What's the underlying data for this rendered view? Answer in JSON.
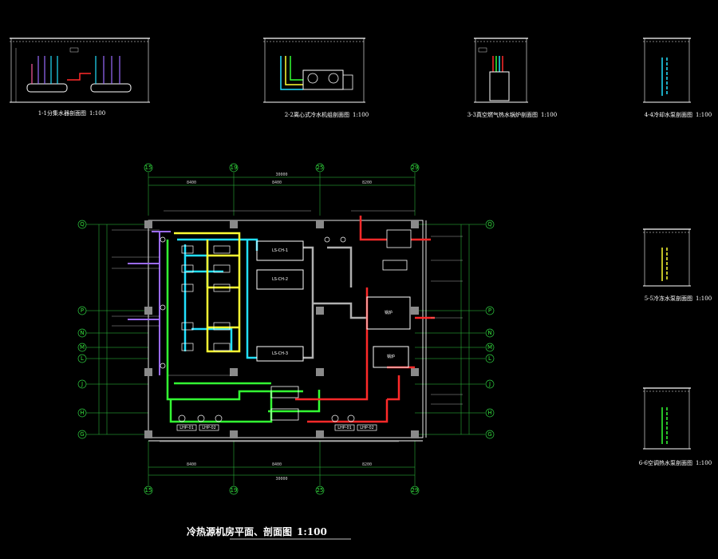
{
  "sections": {
    "s1": {
      "title": "1-1分集水器剖面图",
      "scale": "1:100"
    },
    "s2": {
      "title": "2-2离心式冷水机组剖面图",
      "scale": "1:100"
    },
    "s3": {
      "title": "3-3真空燃气热水锅炉剖面图",
      "scale": "1:100"
    },
    "s4": {
      "title": "4-4冷却水泵剖面图",
      "scale": "1:100"
    },
    "s5": {
      "title": "5-5冷冻水泵剖面图",
      "scale": "1:100"
    },
    "s6": {
      "title": "6-6空调热水泵剖面图",
      "scale": "1:100"
    }
  },
  "plan": {
    "title": "冷热源机房平面、剖面图",
    "scale": "1:100",
    "col_axes": [
      "15",
      "19",
      "25",
      "29"
    ],
    "row_axes": [
      "Q",
      "P",
      "N",
      "M",
      "L",
      "J",
      "H",
      "G"
    ],
    "chillers": [
      "LS-CH-1",
      "LS-CH-2",
      "LS-CH-3"
    ],
    "boilers": [
      "锅炉",
      "锅炉"
    ],
    "pump_labels": [
      "LHP-01",
      "LHP-02"
    ]
  },
  "colors": {
    "chilled_supply": "#22e0ff",
    "chilled_return": "#ffff33",
    "cooling": "#33ff33",
    "hot": "#ff2a2a",
    "purple": "#9b6bff",
    "grid_line": "#2ecc40",
    "wall": "#ffffff"
  }
}
